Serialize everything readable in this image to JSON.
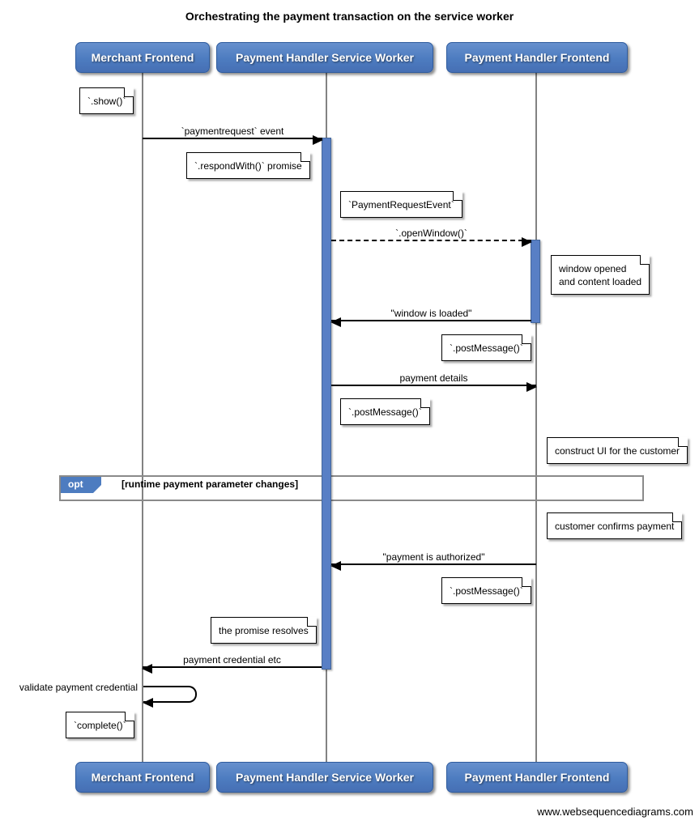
{
  "title": "Orchestrating the payment transaction on the service worker",
  "footer": "www.websequencediagrams.com",
  "actors": [
    {
      "label": "Merchant Frontend"
    },
    {
      "label": "Payment Handler Service Worker"
    },
    {
      "label": "Payment Handler Frontend"
    }
  ],
  "messages": [
    {
      "label": "`paymentrequest` event",
      "from": "Merchant Frontend",
      "to": "Payment Handler Service Worker",
      "style": "solid"
    },
    {
      "label": "`.openWindow()`",
      "from": "Payment Handler Service Worker",
      "to": "Payment Handler Frontend",
      "style": "dashed"
    },
    {
      "label": "\"window is loaded\"",
      "from": "Payment Handler Frontend",
      "to": "Payment Handler Service Worker",
      "style": "solid"
    },
    {
      "label": "payment details",
      "from": "Payment Handler Service Worker",
      "to": "Payment Handler Frontend",
      "style": "solid"
    },
    {
      "label": "\"payment is authorized\"",
      "from": "Payment Handler Frontend",
      "to": "Payment Handler Service Worker",
      "style": "solid"
    },
    {
      "label": "payment credential etc",
      "from": "Payment Handler Service Worker",
      "to": "Merchant Frontend",
      "style": "solid"
    },
    {
      "label": "validate payment credential",
      "from": "Merchant Frontend",
      "to": "Merchant Frontend",
      "style": "self"
    }
  ],
  "notes": [
    {
      "text": "`.show()`",
      "anchor": "Merchant Frontend"
    },
    {
      "text": "`.respondWith()` promise",
      "anchor": "Payment Handler Service Worker"
    },
    {
      "text": "`PaymentRequestEvent`",
      "anchor": "Payment Handler Service Worker"
    },
    {
      "text": "window opened\nand content loaded",
      "anchor": "Payment Handler Frontend"
    },
    {
      "text": "`.postMessage()`",
      "anchor": "Payment Handler Frontend"
    },
    {
      "text": "`.postMessage()`",
      "anchor": "Payment Handler Service Worker"
    },
    {
      "text": "construct UI for the customer",
      "anchor": "Payment Handler Frontend"
    },
    {
      "text": "customer confirms payment",
      "anchor": "Payment Handler Frontend"
    },
    {
      "text": "`.postMessage()`",
      "anchor": "Payment Handler Frontend"
    },
    {
      "text": "the promise resolves",
      "anchor": "Payment Handler Service Worker"
    },
    {
      "text": "`complete()`",
      "anchor": "Merchant Frontend"
    }
  ],
  "fragment": {
    "operator": "opt",
    "condition": "[runtime payment parameter changes]"
  },
  "colors": {
    "actor_fill": "#4d7cc0",
    "actor_border": "#2f5c9e",
    "activation_fill": "#587fc5",
    "lifeline_gray": "#828282",
    "frame_border": "#8a8a8a",
    "note_fill": "#ffffff"
  }
}
